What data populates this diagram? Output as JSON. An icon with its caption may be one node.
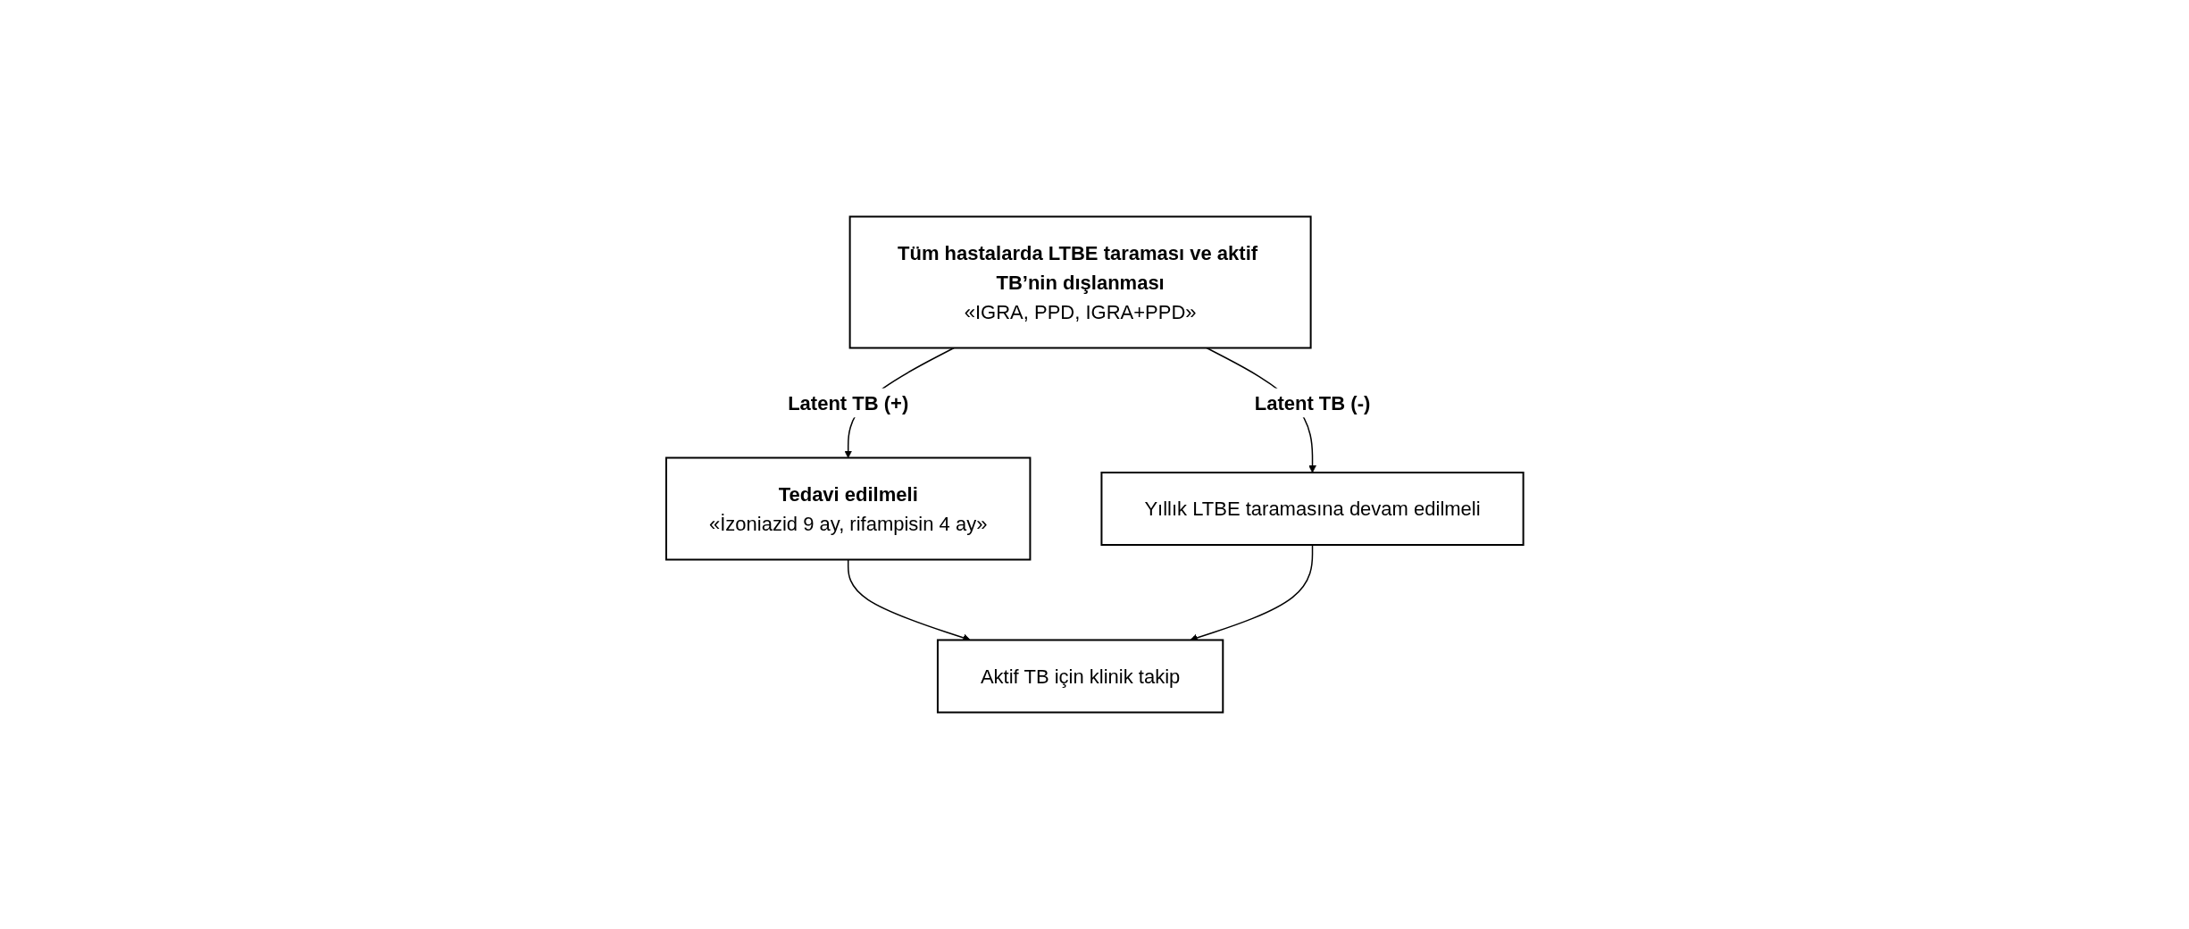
{
  "diagram": {
    "nodes": [
      {
        "text": [
          "Tüm hastalarda LTBE taraması ve aktif TB’nin dışlanması",
          "«IGRA, PPD, IGRA+PPD»"
        ]
      },
      {
        "text": [
          "Tedavi edilmeli",
          "«İzoniazid 9 ay, rifampisin 4 ay»"
        ]
      },
      {
        "text": [
          "Yıllık LTBE taramasına devam edilmeli"
        ]
      },
      {
        "text": [
          "Aktif TB için klinik takip"
        ]
      }
    ],
    "edges": [
      {
        "from": 0,
        "to": 1,
        "arrow": "to",
        "label": "Latent TB (+)"
      },
      {
        "from": 0,
        "to": 2,
        "arrow": "to",
        "label": "Latent TB (-)"
      },
      {
        "from": 1,
        "to": 3,
        "arrow": "to"
      },
      {
        "from": 2,
        "to": 3,
        "arrow": "to"
      }
    ]
  }
}
